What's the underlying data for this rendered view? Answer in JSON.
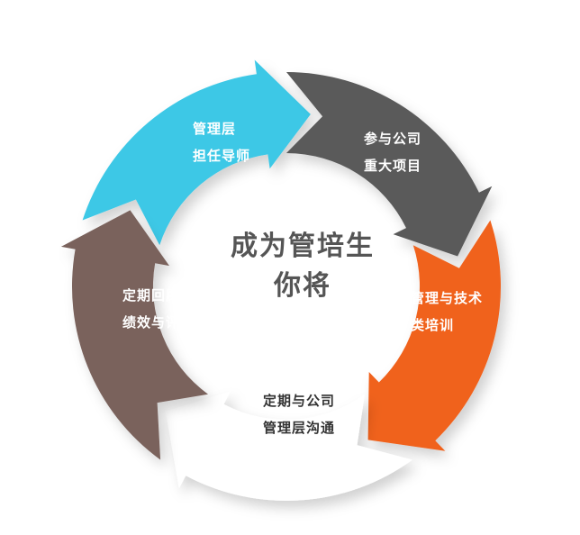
{
  "center": {
    "line1": "成为管培生",
    "line2": "你将"
  },
  "segments": [
    {
      "id": "mentor",
      "line1": "管理层",
      "line2": "担任导师",
      "color": "#3ec8e6",
      "text_color": "#ffffff"
    },
    {
      "id": "project",
      "line1": "参与公司",
      "line2": "重大项目",
      "color": "#5a5a5a",
      "text_color": "#ffffff"
    },
    {
      "id": "training",
      "line1": "管理与技术",
      "line2": "类培训",
      "color": "#f0621f",
      "text_color": "#ffffff"
    },
    {
      "id": "comm",
      "line1": "定期与公司",
      "line2": "管理层沟通",
      "color": "#ffffff",
      "text_color": "#333333"
    },
    {
      "id": "review",
      "line1": "定期回顾",
      "line2": "绩效与评估",
      "color": "#7a625c",
      "text_color": "#ffffff"
    }
  ]
}
